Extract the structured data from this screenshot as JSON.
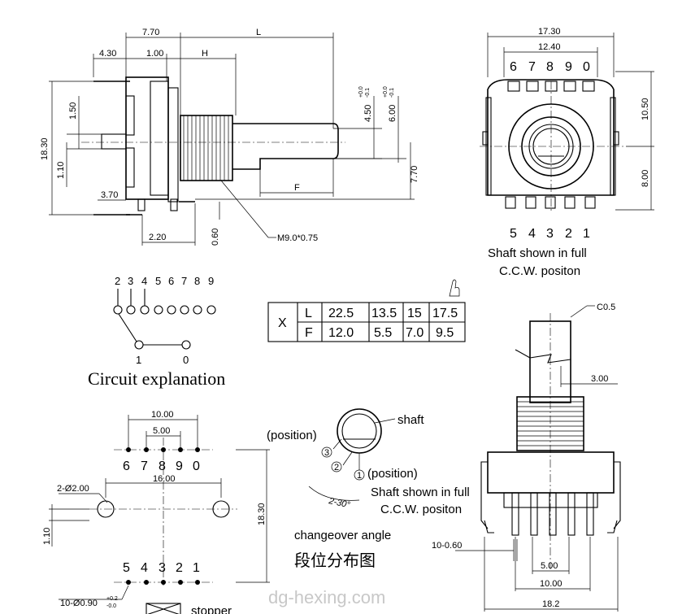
{
  "side_view": {
    "top_dims": [
      "7.70",
      "L",
      "4.30",
      "1.00",
      "H"
    ],
    "left_dims": [
      "18.30",
      "1.50",
      "1.10",
      "3.70"
    ],
    "right_dims": [
      "4.50",
      "+0.0",
      "-0.1",
      "6.00",
      "+0.0",
      "-0.1",
      "7.70",
      "F"
    ],
    "bottom_dims": [
      "2.20",
      "0.60"
    ],
    "thread": "M9.0*0.75"
  },
  "front_view": {
    "dims": [
      "17.30",
      "12.40",
      "10.50",
      "8.00"
    ],
    "top_pins": [
      "6",
      "7",
      "8",
      "9",
      "0"
    ],
    "bottom_pins": [
      "5",
      "4",
      "3",
      "2",
      "1"
    ],
    "caption_1": "Shaft shown in full",
    "caption_2": "C.C.W. positon"
  },
  "circuit": {
    "top_labels": [
      "2",
      "3",
      "4",
      "5",
      "6",
      "7",
      "8",
      "9"
    ],
    "bottom_labels": [
      "1",
      "0"
    ],
    "title": "Circuit explanation"
  },
  "table": {
    "corner": "X",
    "rows": [
      {
        "head": "L",
        "cells": [
          "22.5",
          "13.5",
          "15",
          "17.5"
        ]
      },
      {
        "head": "F",
        "cells": [
          "12.0",
          "5.5",
          "7.0",
          "9.5"
        ]
      }
    ]
  },
  "shaft_detail": {
    "dims": [
      "C0.5",
      "3.00",
      "10-0.60",
      "5.00",
      "10.00",
      "18.2"
    ]
  },
  "pcb_layout": {
    "dims": [
      "10.00",
      "5.00",
      "16.00",
      "2-Ø2.00",
      "18.30",
      "1.10",
      "10-Ø0.90",
      "+0.2",
      "-0.0"
    ],
    "top_pins": [
      "6",
      "7",
      "8",
      "9",
      "0"
    ],
    "bottom_pins": [
      "5",
      "4",
      "3",
      "2",
      "1"
    ],
    "stopper": "stopper"
  },
  "position_diagram": {
    "shaft": "shaft",
    "position_top": "(position)",
    "marks": [
      "3",
      "2",
      "1"
    ],
    "position_bottom": "(position)",
    "angle": "2-30°",
    "caption_1": "Shaft shown in full",
    "caption_2": "C.C.W. positon",
    "changeover": "changeover angle",
    "chinese": "段位分布图"
  },
  "watermark": "dg-hexing.com"
}
